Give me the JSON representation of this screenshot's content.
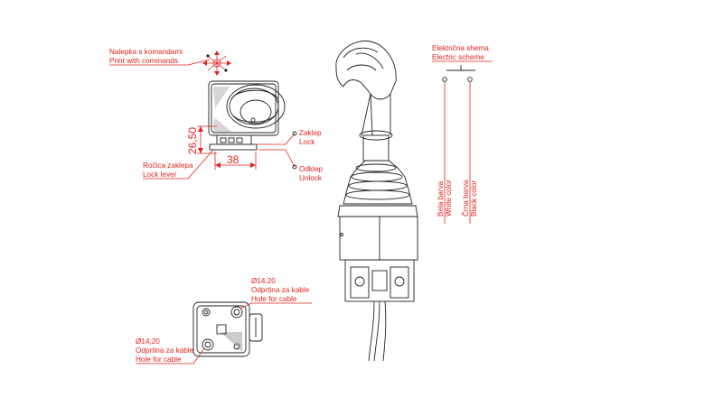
{
  "labels": {
    "sticker_sl": "Nalepka s komandami",
    "sticker_en": "Print with commands",
    "lock_sl": "Zaklep",
    "lock_en": "Lock",
    "unlock_sl": "Odklep",
    "unlock_en": "Unlock",
    "lever_sl": "Ročica zaklepa",
    "lever_en": "Lock lever",
    "dim_height": "26,50",
    "dim_width": "38",
    "hole_top_dia": "Ø14,20",
    "hole_top_sl": "Odprtina za kable",
    "hole_top_en": "Hole for cable",
    "hole_bot_dia": "Ø14,20",
    "hole_bot_sl": "Odprtina za kable",
    "hole_bot_en": "Hole for cable",
    "scheme_sl": "Električna shema",
    "scheme_en": "Electric scheme",
    "white_sl": "Bela barva",
    "white_en": "White color",
    "black_sl": "Črna barva",
    "black_en": "Black color"
  },
  "colors": {
    "annotation": "#e2231a",
    "line": "#222222"
  }
}
